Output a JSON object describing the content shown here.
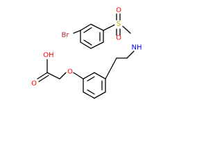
{
  "atoms": {
    "br": {
      "text": "Br",
      "color": "#a52a2a"
    },
    "s": {
      "text": "S",
      "color": "#b8a400"
    },
    "o_sulfonyl_top": {
      "text": "O",
      "color": "#ff0000"
    },
    "o_sulfonyl_bottom": {
      "text": "O",
      "color": "#ff0000"
    },
    "nh": {
      "text": "NH",
      "color": "#0000ff"
    },
    "oh": {
      "text": "OH",
      "color": "#ff0000"
    },
    "o_carbonyl": {
      "text": "O",
      "color": "#ff0000"
    },
    "o_ether": {
      "text": "O",
      "color": "#ff0000"
    }
  },
  "colors": {
    "bond": "#000000",
    "background": "#ffffff"
  }
}
